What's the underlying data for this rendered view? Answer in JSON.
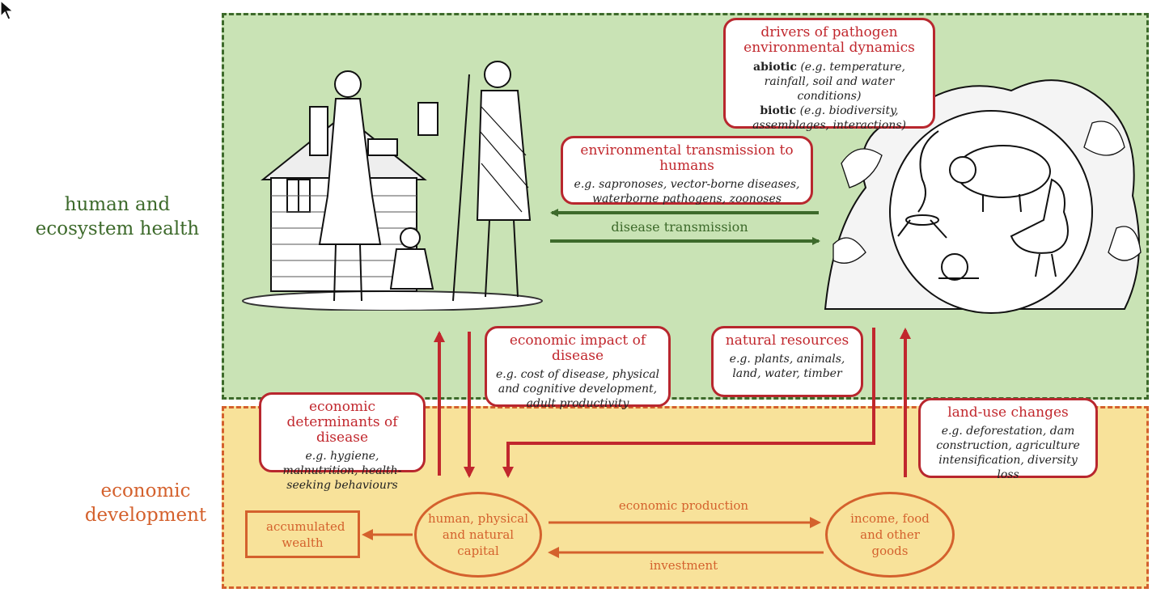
{
  "zones": {
    "top_label": "human and ecosystem health",
    "bottom_label": "economic development"
  },
  "boxes": {
    "drivers": {
      "title": "drivers of pathogen environmental dynamics",
      "abiotic_head": "abiotic",
      "abiotic_text": "(e.g. temperature, rainfall, soil and water conditions)",
      "biotic_head": "biotic",
      "biotic_text": "(e.g. biodiversity, assemblages, interactions)"
    },
    "env_transmission": {
      "title": "environmental transmission to humans",
      "example": "e.g. sapronoses, vector-borne diseases, waterborne pathogens, zoonoses"
    },
    "econ_impact": {
      "title": "economic impact of disease",
      "example": "e.g. cost of disease, physical and cognitive development, adult productivity"
    },
    "natural_resources": {
      "title": "natural resources",
      "example": "e.g. plants, animals, land, water, timber"
    },
    "econ_determinants": {
      "title": "economic determinants of disease",
      "example": "e.g. hygiene, malnutrition, health-seeking behaviours"
    },
    "land_use": {
      "title": "land-use changes",
      "example": "e.g. deforestation, dam construction, agriculture intensification, diversity loss"
    }
  },
  "flows": {
    "disease_transmission": "disease transmission",
    "economic_production": "economic production",
    "investment": "investment"
  },
  "nodes": {
    "accumulated_wealth": "accumulated wealth",
    "capital": "human, physical and natural capital",
    "income": "income, food and other goods"
  },
  "colors": {
    "green_zone": "#c9e3b5",
    "green_border": "#3d6a2b",
    "yellow_zone": "#f8e29a",
    "orange": "#d4612d",
    "red": "#c1272d"
  },
  "illustrations": {
    "left": "people-and-house-illustration",
    "right": "ecosystem-animals-illustration"
  }
}
